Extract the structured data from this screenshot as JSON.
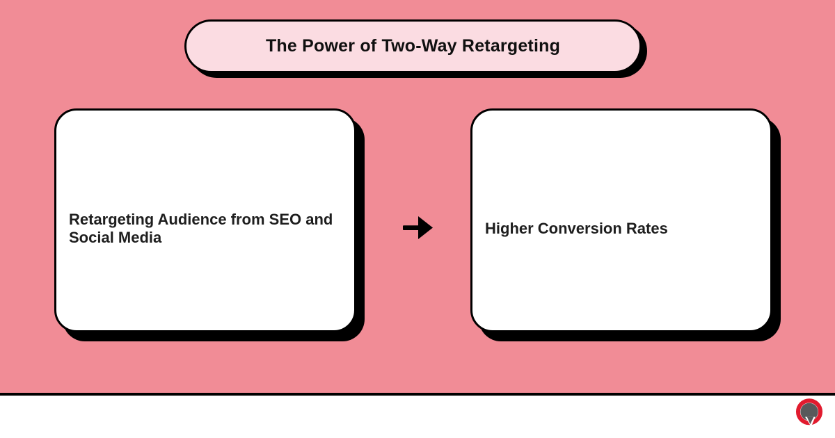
{
  "title_banner": {
    "label": "The Power of Two-Way Retargeting"
  },
  "diagram": {
    "source_box": {
      "label": "Retargeting Audience from SEO and Social Media"
    },
    "arrow_icon": "arrow-right-icon",
    "result_box": {
      "label": "Higher Conversion Rates"
    }
  },
  "footer": {
    "logo_icon": "piktochart-speech-bubble-logo"
  },
  "colors": {
    "background": "#F18C96",
    "banner_fill": "#FBDCE2",
    "card_fill": "#FFFFFF",
    "outline": "#000000",
    "text": "#1E1E1E",
    "footer_bg": "#FFFFFF",
    "logo_red": "#E11B2E",
    "logo_gray": "#58595B"
  }
}
